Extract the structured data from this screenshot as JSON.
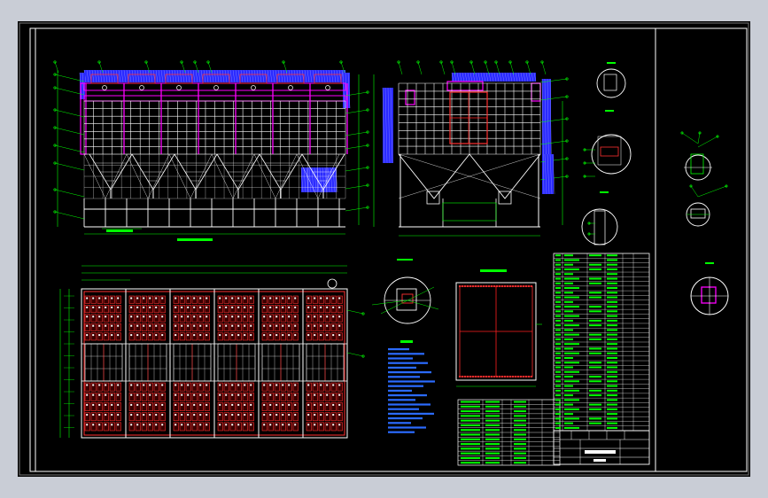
{
  "drawing": {
    "background": "#000000",
    "frame_color": "#ffffff",
    "colors": {
      "structure": "#ffffff",
      "filter_bag": "#ff3030",
      "duct": "#ff00ff",
      "hatch": "#2a2aff",
      "dimension": "#00ff00",
      "leader": "#00ff00",
      "text": "#00ff00",
      "centerline": "#ff2020"
    },
    "views": [
      {
        "id": "front-elevation",
        "name": "front-elevation-view"
      },
      {
        "id": "side-elevation",
        "name": "side-elevation-view"
      },
      {
        "id": "plan",
        "name": "plan-view"
      },
      {
        "id": "section-a",
        "name": "section-view-a"
      },
      {
        "id": "section-b",
        "name": "section-view-b"
      },
      {
        "id": "detail-1",
        "name": "detail-view-1"
      },
      {
        "id": "detail-2",
        "name": "detail-view-2"
      },
      {
        "id": "detail-3",
        "name": "detail-view-3"
      },
      {
        "id": "detail-4",
        "name": "detail-view-4"
      },
      {
        "id": "detail-5",
        "name": "detail-view-5"
      }
    ],
    "tables": [
      {
        "id": "parts-list",
        "name": "parts-list-table"
      },
      {
        "id": "bom-small",
        "name": "bill-of-materials-table"
      },
      {
        "id": "title-block",
        "name": "title-block"
      }
    ],
    "notes_block": {
      "name": "technical-notes"
    }
  }
}
